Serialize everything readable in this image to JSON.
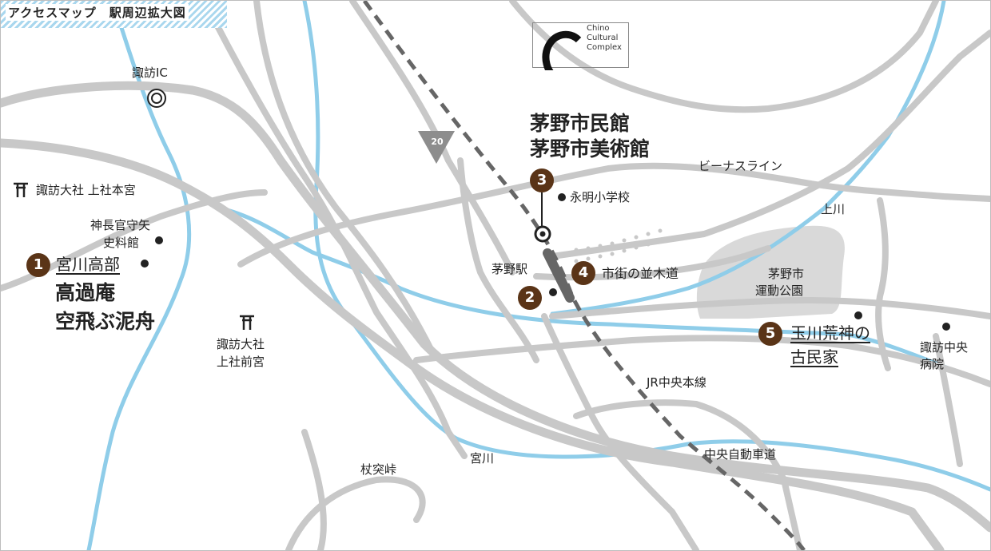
{
  "header": {
    "title": "アクセスマップ　駅周辺拡大図"
  },
  "logo": {
    "lines": [
      "Chino",
      "Cultural",
      "Complex"
    ]
  },
  "facility": {
    "line1": "茅野市民館",
    "line2": "茅野市美術館"
  },
  "route_sign": {
    "number": "20"
  },
  "spots": [
    {
      "number": "1",
      "name": "宮川高部",
      "sub1": "高過庵",
      "sub2": "空飛ぶ泥舟"
    },
    {
      "number": "2"
    },
    {
      "number": "3"
    },
    {
      "number": "4",
      "name": "市街の並木道"
    },
    {
      "number": "5",
      "name_line1": "玉川荒神の",
      "name_line2": "古民家"
    }
  ],
  "labels": {
    "suwa_ic": "諏訪IC",
    "suwa_taisha_honmiya": "諏訪大社 上社本宮",
    "jinchokan_line1": "神長官守矢",
    "jinchokan_line2": "史料館",
    "suwa_taisha_maemiya_line1": "諏訪大社",
    "suwa_taisha_maemiya_line2": "上社前宮",
    "eimei_school": "永明小学校",
    "chino_station": "茅野駅",
    "venus_line": "ビーナスライン",
    "kamikawa": "上川",
    "park_line1": "茅野市",
    "park_line2": "運動公園",
    "suwa_hospital_line1": "諏訪中央",
    "suwa_hospital_line2": "病院",
    "jr_line": "JR中央本線",
    "expressway": "中央自動車道",
    "tsuetsuki_pass": "杖突峠",
    "miyagawa": "宮川"
  },
  "colors": {
    "road": "#c8c8c8",
    "river": "#8fcde9",
    "rail": "#666666",
    "park": "#d9d9d9",
    "marker": "#5a3417",
    "header_stripe": "#a9d7ee"
  }
}
